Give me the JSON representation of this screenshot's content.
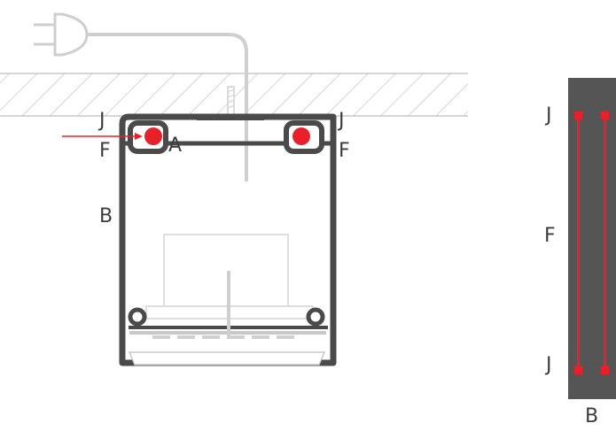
{
  "labels": {
    "left_j": "J",
    "right_j": "J",
    "left_f": "F",
    "right_f": "F",
    "a": "A",
    "left_b": "B",
    "side_j_top": "J",
    "side_f": "F",
    "side_j_bottom": "J",
    "side_b": "B"
  },
  "colors": {
    "profile": "#4a4a4a",
    "cable": "#cfcfcf",
    "hatch": "#bdbdbd",
    "highlight_red": "#e8202a",
    "side_panel": "#555555",
    "label_text": "#3c3c3c"
  },
  "icons": {
    "plug": "power-plug-icon",
    "screw": "screw-icon"
  }
}
